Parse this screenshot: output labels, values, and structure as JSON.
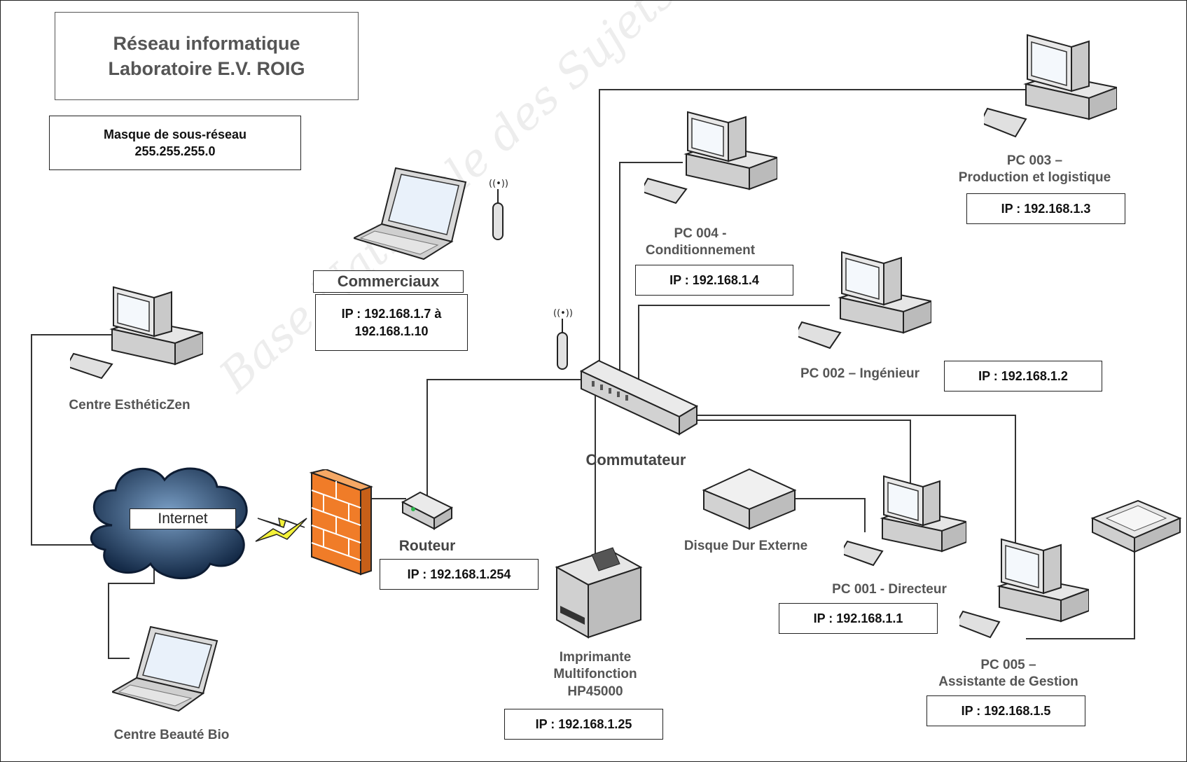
{
  "diagram": {
    "title": {
      "line1": "Réseau informatique",
      "line2": "Laboratoire E.V. ROIG"
    },
    "mask": {
      "line1": "Masque de sous-réseau",
      "line2": "255.255.255.0"
    },
    "watermark": "Base Nationale des Sujets d'Examens de l'enseignement professionnel",
    "nodes": {
      "commerciaux": {
        "name": "Commerciaux",
        "ip1": "IP : 192.168.1.7 à",
        "ip2": "192.168.1.10"
      },
      "pc004": {
        "name1": "PC 004 -",
        "name2": "Conditionnement",
        "ip": "IP : 192.168.1.4"
      },
      "pc003": {
        "name1": "PC 003 –",
        "name2": "Production et logistique",
        "ip": "IP : 192.168.1.3"
      },
      "pc002": {
        "name": "PC 002 –  Ingénieur",
        "ip": "IP : 192.168.1.2"
      },
      "estheticzen": {
        "name": "Centre EsthéticZen"
      },
      "commutateur": {
        "name": "Commutateur"
      },
      "internet": {
        "name": "Internet"
      },
      "routeur": {
        "name": "Routeur",
        "ip": "IP : 192.168.1.254"
      },
      "disque": {
        "name": "Disque Dur Externe"
      },
      "pc001": {
        "name": "PC 001 - Directeur",
        "ip": "IP : 192.168.1.1"
      },
      "imprimante": {
        "name1": "Imprimante",
        "name2": "Multifonction",
        "name3": "HP45000",
        "ip": "IP : 192.168.1.25"
      },
      "pc005": {
        "name1": "PC 005 –",
        "name2": "Assistante de Gestion",
        "ip": "IP : 192.168.1.5"
      },
      "beautebio": {
        "name": "Centre Beauté Bio"
      }
    }
  }
}
